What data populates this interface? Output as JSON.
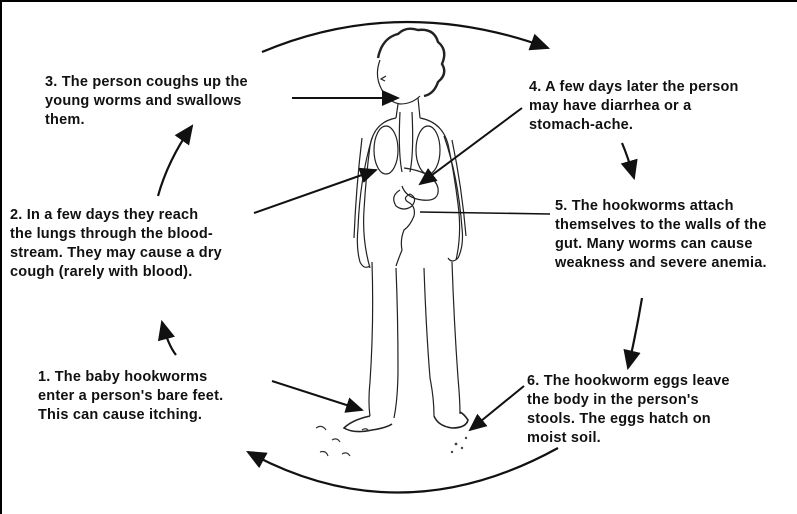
{
  "diagram": {
    "steps": [
      {
        "text": "1. The baby hookworms\nenter a person's bare feet.\nThis can cause itching."
      },
      {
        "text": "2. In a few days they reach\nthe lungs through the blood-\nstream. They may cause a dry\ncough (rarely with blood)."
      },
      {
        "text": "3. The person coughs up the\nyoung worms and swallows\nthem."
      },
      {
        "text": "4. A few days later the person\nmay have diarrhea or a\nstomach-ache."
      },
      {
        "text": "5. The hookworms attach\nthemselves to the walls of the\ngut. Many worms can cause\nweakness and severe anemia."
      },
      {
        "text": "6. The hookworm eggs leave\nthe body in the person's\nstools. The eggs hatch on\nmoist soil."
      }
    ]
  }
}
